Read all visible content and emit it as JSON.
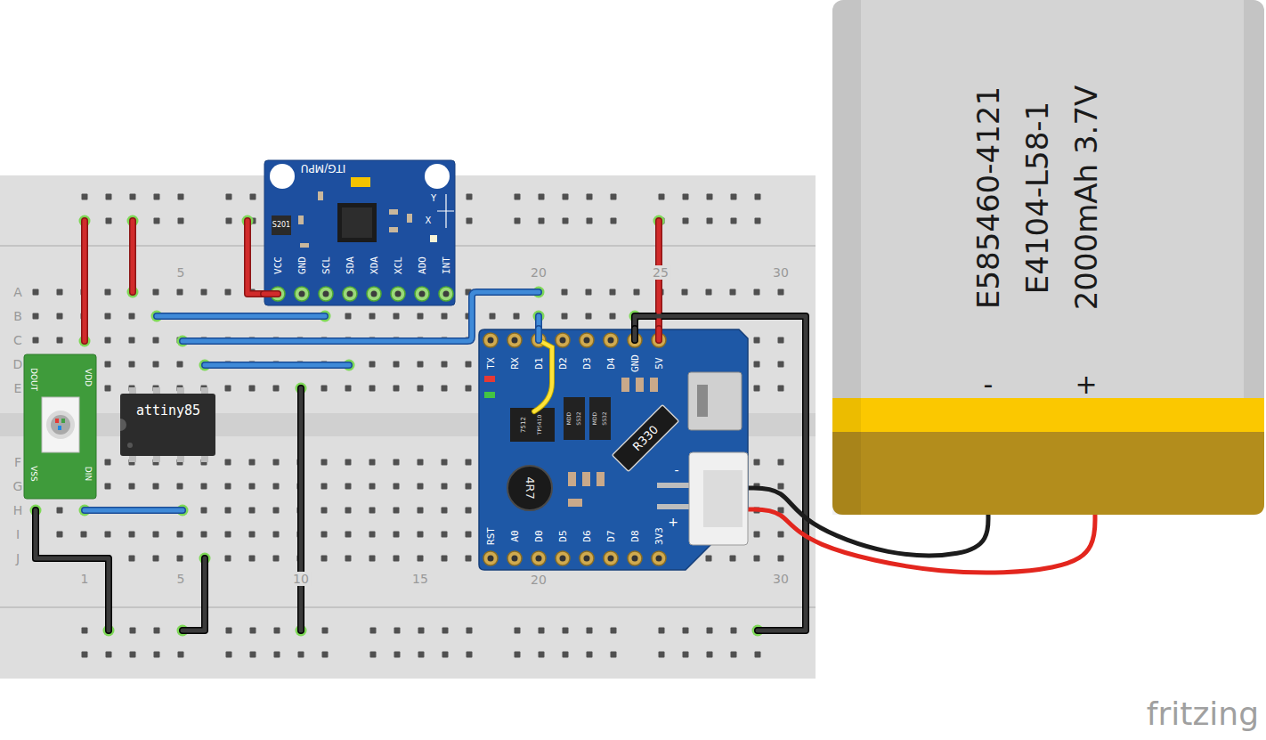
{
  "diagram": {
    "nodes": [
      {
        "text": [
          "ITG/MPU",
          "VCC",
          "GND",
          "SCL",
          "SDA",
          "XDA",
          "XCL",
          "ADO",
          "INT",
          "S201",
          "Y",
          "X"
        ]
      },
      {
        "text": [
          "DOUT",
          "VDD",
          "VSS",
          "DIN"
        ]
      },
      {
        "text": [
          "attiny85"
        ]
      },
      {
        "text": [
          "TX",
          "RX",
          "D1",
          "D2",
          "D3",
          "D4",
          "GND",
          "5V",
          "7512",
          "TP5410",
          "MDD",
          "SS32",
          "MDD",
          "SS32",
          "R330",
          "-",
          "4R7",
          "+",
          "RST",
          "A0",
          "D0",
          "D5",
          "D6",
          "D7",
          "D8",
          "3V3"
        ]
      },
      {
        "text": [
          "E585460-4121",
          "E4104-L58-1",
          "2000mAh 3.7V",
          "-",
          "+"
        ]
      }
    ],
    "edges": [
      {
        "from": 4,
        "to": 3,
        "arrow": "none"
      },
      {
        "from": 4,
        "to": 3,
        "arrow": "none"
      }
    ],
    "labels": [
      "5",
      "20",
      "25",
      "30",
      "A",
      "B",
      "C",
      "D",
      "E",
      "F",
      "G",
      "H",
      "I",
      "J",
      "1",
      "5",
      "10",
      "15",
      "20",
      "30",
      "fritzing"
    ]
  }
}
